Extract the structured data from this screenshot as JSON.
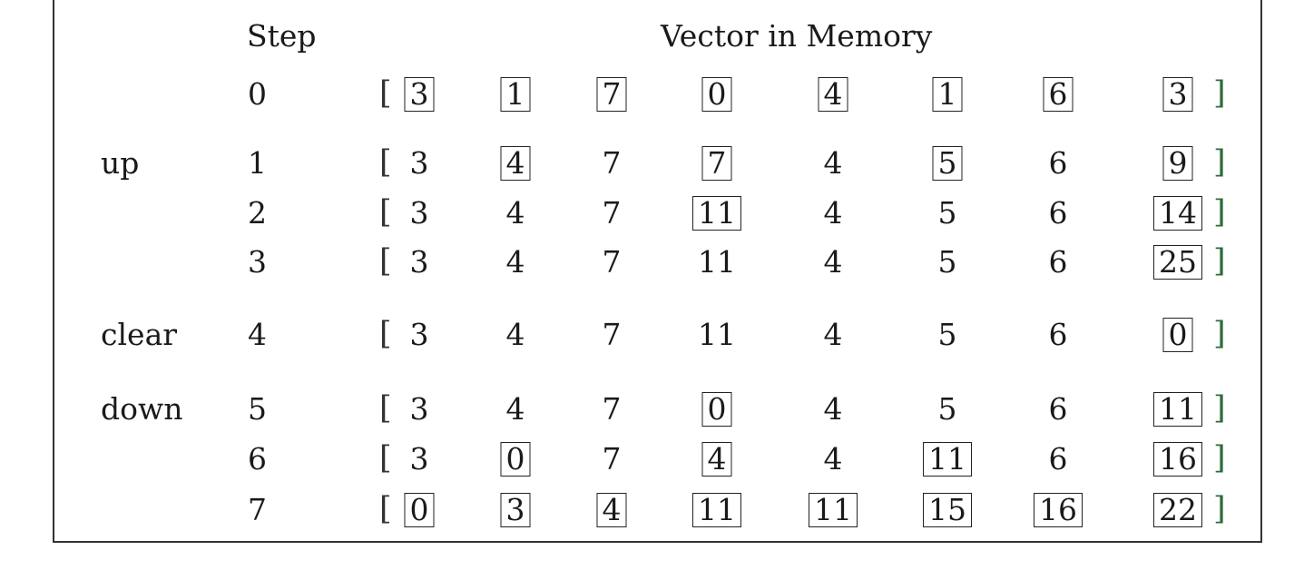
{
  "header": {
    "step": "Step",
    "vector": "Vector in Memory"
  },
  "brackets": {
    "open": "[",
    "close": "]"
  },
  "rows": [
    {
      "phase": "",
      "step": "0",
      "values": [
        "3",
        "1",
        "7",
        "0",
        "4",
        "1",
        "6",
        "3"
      ],
      "boxed": [
        true,
        true,
        true,
        true,
        true,
        true,
        true,
        true
      ]
    },
    {
      "phase": "up",
      "step": "1",
      "values": [
        "3",
        "4",
        "7",
        "7",
        "4",
        "5",
        "6",
        "9"
      ],
      "boxed": [
        false,
        true,
        false,
        true,
        false,
        true,
        false,
        true
      ]
    },
    {
      "phase": "",
      "step": "2",
      "values": [
        "3",
        "4",
        "7",
        "11",
        "4",
        "5",
        "6",
        "14"
      ],
      "boxed": [
        false,
        false,
        false,
        true,
        false,
        false,
        false,
        true
      ]
    },
    {
      "phase": "",
      "step": "3",
      "values": [
        "3",
        "4",
        "7",
        "11",
        "4",
        "5",
        "6",
        "25"
      ],
      "boxed": [
        false,
        false,
        false,
        false,
        false,
        false,
        false,
        true
      ]
    },
    {
      "phase": "clear",
      "step": "4",
      "values": [
        "3",
        "4",
        "7",
        "11",
        "4",
        "5",
        "6",
        "0"
      ],
      "boxed": [
        false,
        false,
        false,
        false,
        false,
        false,
        false,
        true
      ]
    },
    {
      "phase": "down",
      "step": "5",
      "values": [
        "3",
        "4",
        "7",
        "0",
        "4",
        "5",
        "6",
        "11"
      ],
      "boxed": [
        false,
        false,
        false,
        true,
        false,
        false,
        false,
        true
      ]
    },
    {
      "phase": "",
      "step": "6",
      "values": [
        "3",
        "0",
        "7",
        "4",
        "4",
        "11",
        "6",
        "16"
      ],
      "boxed": [
        false,
        true,
        false,
        true,
        false,
        true,
        false,
        true
      ]
    },
    {
      "phase": "",
      "step": "7",
      "values": [
        "0",
        "3",
        "4",
        "11",
        "11",
        "15",
        "16",
        "22"
      ],
      "boxed": [
        true,
        true,
        true,
        true,
        true,
        true,
        true,
        true
      ]
    }
  ]
}
